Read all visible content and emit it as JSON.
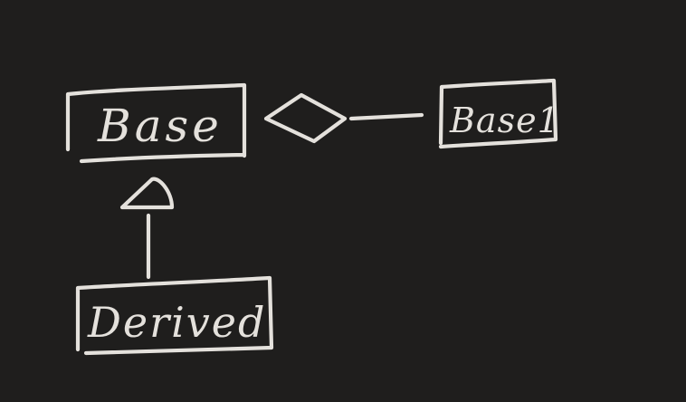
{
  "colors": {
    "background": "#1f1e1d",
    "ink": "#e4e1dc"
  },
  "nodes": {
    "base": {
      "label": "Base"
    },
    "base1": {
      "label": "Base1"
    },
    "derived": {
      "label": "Derived"
    }
  },
  "edges": [
    {
      "from": "base1",
      "to": "base",
      "kind": "aggregation",
      "marker": "hollow-diamond"
    },
    {
      "from": "derived",
      "to": "base",
      "kind": "inheritance",
      "marker": "hollow-triangle"
    }
  ]
}
